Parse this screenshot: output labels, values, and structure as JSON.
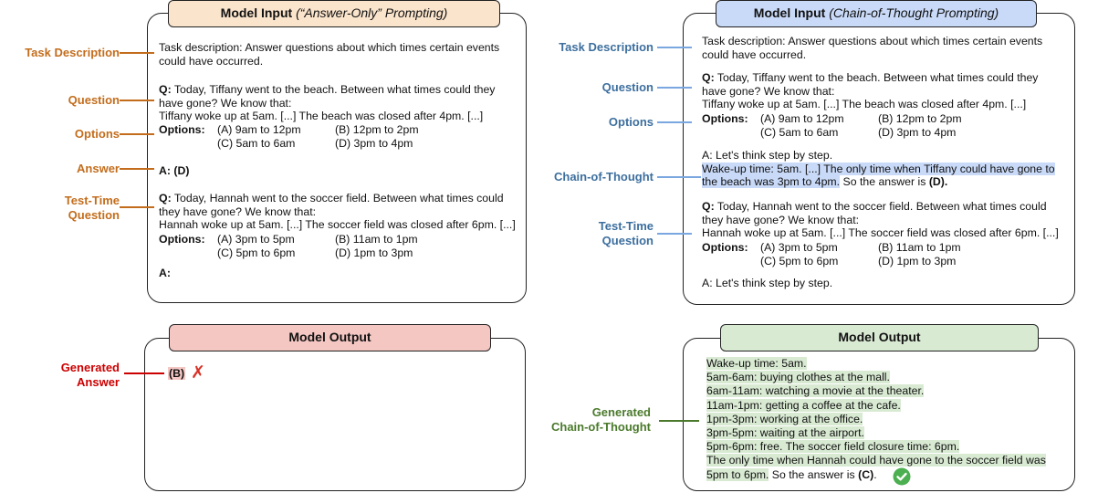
{
  "left": {
    "input_tab": {
      "title": "Model Input",
      "subtitle": "(“Answer-Only” Prompting)"
    },
    "task": [
      "Task description: Answer questions about which times certain events",
      "could have occurred."
    ],
    "question": [
      "Today, Tiffany went to the beach. Between what times could they",
      "have gone? We know that:",
      "Tiffany woke up at 5am. [...] The beach was closed after 4pm. [...]"
    ],
    "options_label": "Options:",
    "options": [
      "(A) 9am to 12pm",
      "(B) 12pm to 2pm",
      "(C) 5am to 6am",
      "(D) 3pm to 4pm"
    ],
    "answer": "A: (D)",
    "test_question": [
      "Today, Hannah went to the soccer field. Between what times could",
      "they have gone? We know that:",
      "Hannah woke up at 5am. [...] The soccer field was closed after 6pm. [...]"
    ],
    "test_options": [
      "(A) 3pm to 5pm",
      "(B) 11am to 1pm",
      "(C) 5pm to 6pm",
      "(D) 1pm to 3pm"
    ],
    "answer_prompt": "A:",
    "output_tab": "Model Output",
    "generated_answer": "(B)",
    "labels": {
      "task": "Task Description",
      "question": "Question",
      "options": "Options",
      "answer": "Answer",
      "test_q1": "Test-Time",
      "test_q2": "Question",
      "gen1": "Generated",
      "gen2": "Answer"
    }
  },
  "right": {
    "input_tab": {
      "title": "Model Input",
      "subtitle": "(Chain-of-Thought Prompting)"
    },
    "task": [
      "Task description: Answer questions about which times certain events",
      "could have occurred."
    ],
    "question": [
      "Today, Tiffany went to the beach. Between what times could they",
      "have gone? We know that:",
      "Tiffany woke up at 5am. [...] The beach was closed after 4pm. [...]"
    ],
    "options_label": "Options:",
    "options": [
      "(A) 9am to 12pm",
      "(B) 12pm to 2pm",
      "(C) 5am to 6am",
      "(D) 3pm to 4pm"
    ],
    "cot_intro": "A: Let's think step by step.",
    "cot_line1": "Wake-up time: 5am. [...] The only time when Tiffany could have gone to",
    "cot_line2": "the beach was 3pm to 4pm.",
    "cot_tail": " So the answer is ",
    "cot_answer": "(D).",
    "test_question": [
      "Today, Hannah went to the soccer field. Between what times could",
      "they have gone? We know that:",
      "Hannah woke up at 5am. [...] The soccer field was closed after 6pm. [...]"
    ],
    "test_options": [
      "(A) 3pm to 5pm",
      "(B) 11am to 1pm",
      "(C) 5pm to 6pm",
      "(D) 1pm to 3pm"
    ],
    "answer_prompt": "A: Let's think step by step.",
    "output_tab": "Model Output",
    "generated_cot": [
      "Wake-up time: 5am.",
      "5am-6am: buying clothes at the mall.",
      "6am-11am: watching a movie at the theater.",
      "11am-1pm: getting a coffee at the cafe.",
      "1pm-3pm: working at the office.",
      "3pm-5pm: waiting at the airport.",
      "5pm-6pm: free. The soccer field closure time: 6pm.",
      "The only time when Hannah could have gone to the soccer field was",
      "5pm to 6pm."
    ],
    "gen_tail": " So the answer is ",
    "gen_answer": "(C)",
    "gen_end": ".",
    "labels": {
      "task": "Task Description",
      "question": "Question",
      "options": "Options",
      "cot": "Chain-of-Thought",
      "test_q1": "Test-Time",
      "test_q2": "Question",
      "gen1": "Generated",
      "gen2": "Chain-of-Thought"
    }
  },
  "q_prefix": "Q:",
  "colors": {
    "orange": "#c36d1c",
    "blue": "#3d6f9e",
    "red": "#cc0000",
    "green": "#4b7a2c"
  },
  "icons": {
    "wrong": "cross-mark-icon",
    "correct": "check-circle-icon"
  }
}
